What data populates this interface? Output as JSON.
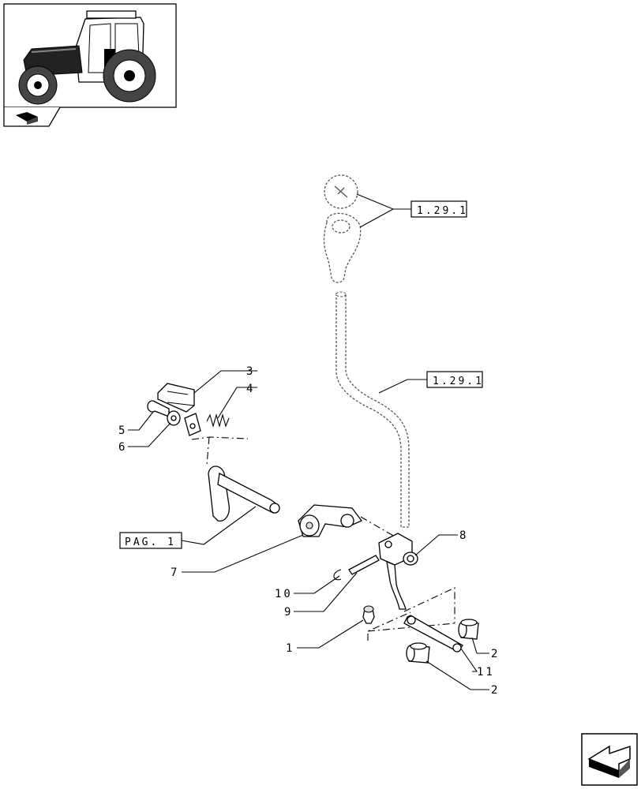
{
  "thumbnail": {
    "icon": "tractor-icon"
  },
  "nav_tab": {
    "icon": "book-icon"
  },
  "refs": {
    "knob": "1.29.1",
    "lever": "1.29.1",
    "page": "PAG. 1"
  },
  "callouts": [
    "3",
    "4",
    "5",
    "6",
    "7",
    "8",
    "10",
    "9",
    "1",
    "2",
    "11",
    "2"
  ],
  "next_page": {
    "icon": "arrow-next-icon"
  }
}
